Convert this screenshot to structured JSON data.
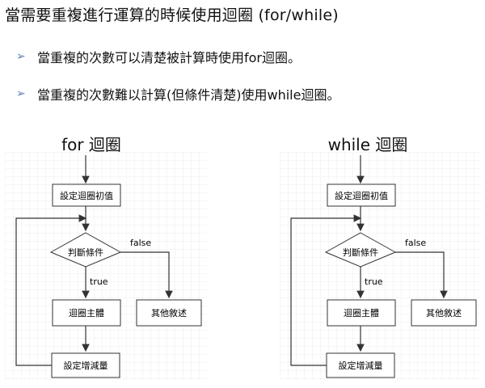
{
  "heading": "當需要重複進行運算的時候使用迴圈 (for/while)",
  "bullets": [
    "當重複的次數可以清楚被計算時使用for迴圈。",
    "當重複的次數難以計算(但條件清楚)使用while迴圈。"
  ],
  "diagrams": [
    {
      "title": "for 迴圈",
      "init": "設定迴圈初值",
      "condition": "判斷條件",
      "false_label": "false",
      "true_label": "true",
      "body": "迴圈主體",
      "other": "其他敘述",
      "update": "設定增減量"
    },
    {
      "title": "while 迴圈",
      "init": "設定迴圈初值",
      "condition": "判斷條件",
      "false_label": "false",
      "true_label": "true",
      "body": "迴圈主體",
      "other": "其他敘述",
      "update": "設定增減量"
    }
  ],
  "colors": {
    "bullet_arrow": "#5a7fb8",
    "grid": "#eeeeee",
    "line": "#333333"
  }
}
